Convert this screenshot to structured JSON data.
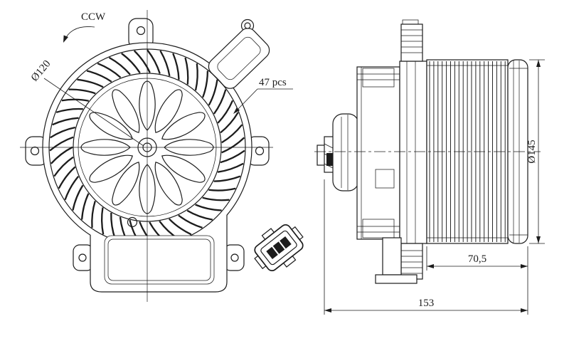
{
  "colors": {
    "line": "#1c1c1c",
    "background": "#ffffff"
  },
  "front_view": {
    "rotation_label": "CCW",
    "impeller_diameter_label": "Ø120",
    "blade_count_label": "47 pcs",
    "blade_count": 47,
    "impeller_spoke_count": 12
  },
  "side_view": {
    "cage_diameter_label": "Ø145",
    "cage_length_label": "70,5",
    "overall_length_label": "153"
  }
}
